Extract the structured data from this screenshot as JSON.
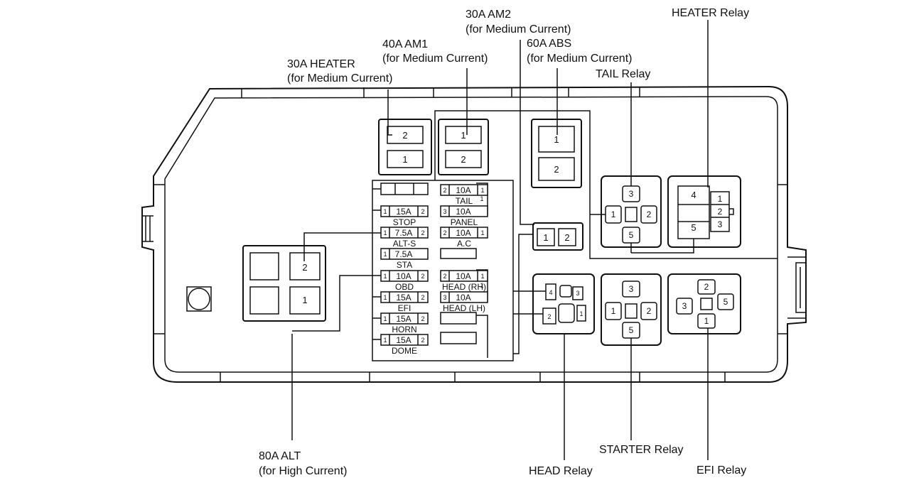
{
  "callouts": {
    "heater30_title": "30A HEATER",
    "heater30_sub": "(for Medium Current)",
    "am1_title": "40A AM1",
    "am1_sub": "(for Medium Current)",
    "am2_title": "30A AM2",
    "am2_sub": "(for Medium Current)",
    "abs_title": "60A ABS",
    "abs_sub": "(for Medium Current)",
    "tail_relay": "TAIL Relay",
    "heater_relay": "HEATER Relay",
    "alt_title": "80A ALT",
    "alt_sub": "(for High Current)",
    "head_relay": "HEAD Relay",
    "starter_relay": "STARTER Relay",
    "efi_relay": "EFI Relay"
  },
  "fusible_links": {
    "heater30": [
      "2",
      "1"
    ],
    "am1": [
      "1",
      "2"
    ],
    "abs": [
      "1",
      "2"
    ],
    "alt": [
      "2",
      "1"
    ],
    "small_block": [
      "1",
      "2"
    ]
  },
  "left_fuses": [
    {
      "pin_l": "1",
      "rating": "15A",
      "pin_r": "2",
      "name": "STOP"
    },
    {
      "pin_l": "1",
      "rating": "7.5A",
      "pin_r": "2",
      "name": "ALT-S"
    },
    {
      "pin_l": "1",
      "rating": "7.5A",
      "pin_r": "",
      "name": "STA"
    },
    {
      "pin_l": "1",
      "rating": "10A",
      "pin_r": "2",
      "name": "OBD"
    },
    {
      "pin_l": "1",
      "rating": "15A",
      "pin_r": "2",
      "name": "EFI"
    },
    {
      "pin_l": "1",
      "rating": "15A",
      "pin_r": "2",
      "name": "HORN"
    },
    {
      "pin_l": "1",
      "rating": "15A",
      "pin_r": "2",
      "name": "DOME"
    }
  ],
  "right_fuses": [
    {
      "pin_l": "2",
      "rating": "10A",
      "pin_r": "1",
      "name": "TAIL"
    },
    {
      "pin_l": "3",
      "rating": "10A",
      "pin_r": "",
      "name": "PANEL"
    },
    {
      "pin_l": "2",
      "rating": "10A",
      "pin_r": "1",
      "name": "A.C"
    },
    {
      "pin_l": "2",
      "rating": "10A",
      "pin_r": "1",
      "name": "HEAD (RH)"
    },
    {
      "pin_l": "3",
      "rating": "10A",
      "pin_r": "",
      "name": "HEAD (LH)"
    }
  ],
  "relays": {
    "tail": [
      "3",
      "1",
      "2",
      "5"
    ],
    "heater": [
      "4",
      "1",
      "2",
      "3",
      "5"
    ],
    "head": [
      "4",
      "3",
      "2",
      "1"
    ],
    "starter": [
      "3",
      "1",
      "2",
      "5"
    ],
    "efi": [
      "2",
      "3",
      "5",
      "1"
    ]
  }
}
